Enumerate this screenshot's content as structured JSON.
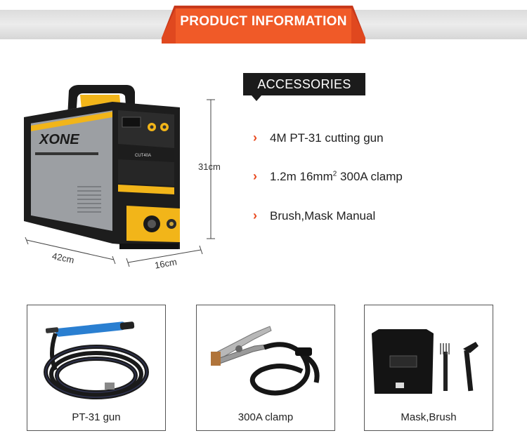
{
  "header": {
    "title": "PRODUCT INFORMATION"
  },
  "brand": {
    "logo_text": "XONE",
    "model": "CUT40A"
  },
  "dimensions": {
    "height": "31cm",
    "length": "42cm",
    "width": "16cm"
  },
  "accessories": {
    "title": "ACCESSORIES",
    "items": [
      {
        "text": "4M PT-31 cutting gun"
      },
      {
        "text_before": "1.2m 16mm",
        "superscript": "2",
        "text_after": " 300A clamp"
      },
      {
        "text": "Brush,Mask Manual"
      }
    ]
  },
  "products": [
    {
      "caption": "PT-31 gun"
    },
    {
      "caption": "300A clamp"
    },
    {
      "caption": "Mask,Brush"
    }
  ],
  "colors": {
    "accent": "#f05a28",
    "accent_dark": "#c8391b",
    "label_bg": "#1b1b1b",
    "machine_yellow": "#f2b519",
    "machine_gray": "#9c9fa3"
  }
}
